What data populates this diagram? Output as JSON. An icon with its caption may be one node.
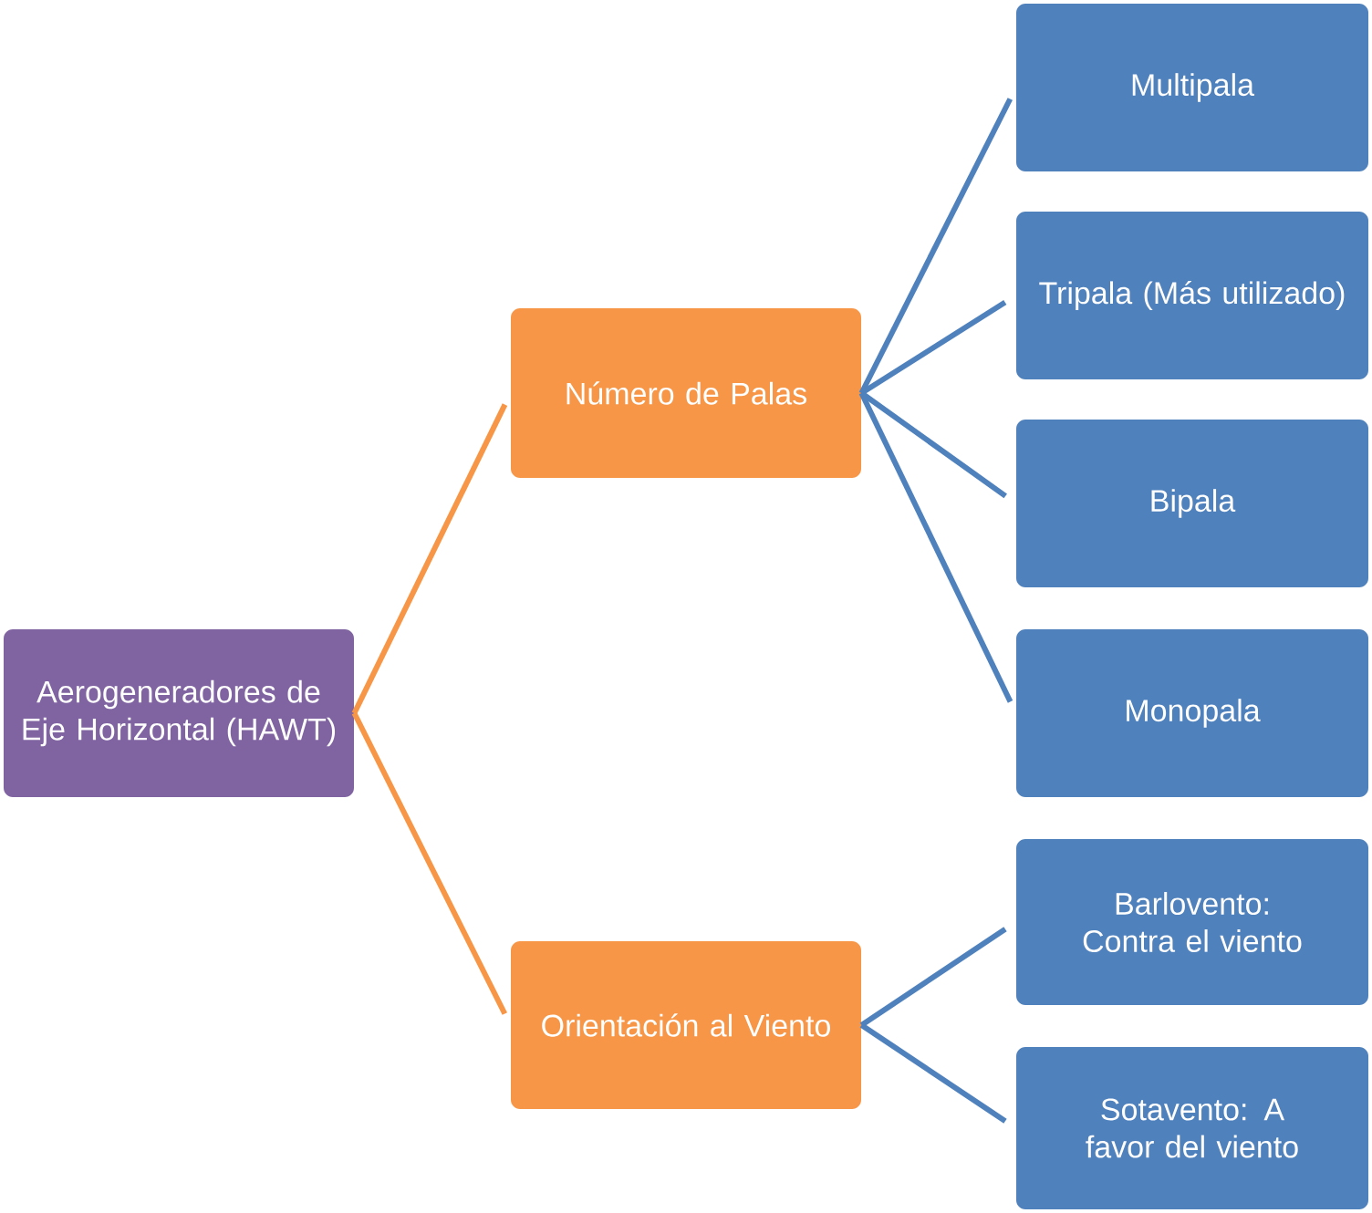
{
  "diagram": {
    "nodes": [
      {
        "text": [
          "Aerogeneradores de Eje Horizontal (HAWT)"
        ]
      },
      {
        "text": [
          "Número de Palas"
        ]
      },
      {
        "text": [
          "Orientación al Viento"
        ]
      },
      {
        "text": [
          "Multipala"
        ]
      },
      {
        "text": [
          "Tripala (Más utilizado)"
        ]
      },
      {
        "text": [
          "Bipala"
        ]
      },
      {
        "text": [
          "Monopala"
        ]
      },
      {
        "text": [
          "Barlovento: Contra el viento"
        ]
      },
      {
        "text": [
          "Sotavento: A favor del viento"
        ]
      }
    ],
    "edges": [
      {
        "from": 0,
        "to": 1,
        "arrow": "none",
        "color": "#f79646"
      },
      {
        "from": 0,
        "to": 2,
        "arrow": "none",
        "color": "#f79646"
      },
      {
        "from": 1,
        "to": 3,
        "arrow": "none"
      },
      {
        "from": 1,
        "to": 4,
        "arrow": "none"
      },
      {
        "from": 1,
        "to": 5,
        "arrow": "none"
      },
      {
        "from": 1,
        "to": 6,
        "arrow": "none"
      },
      {
        "from": 2,
        "to": 7,
        "arrow": "none"
      },
      {
        "from": 2,
        "to": 8,
        "arrow": "none"
      }
    ]
  }
}
